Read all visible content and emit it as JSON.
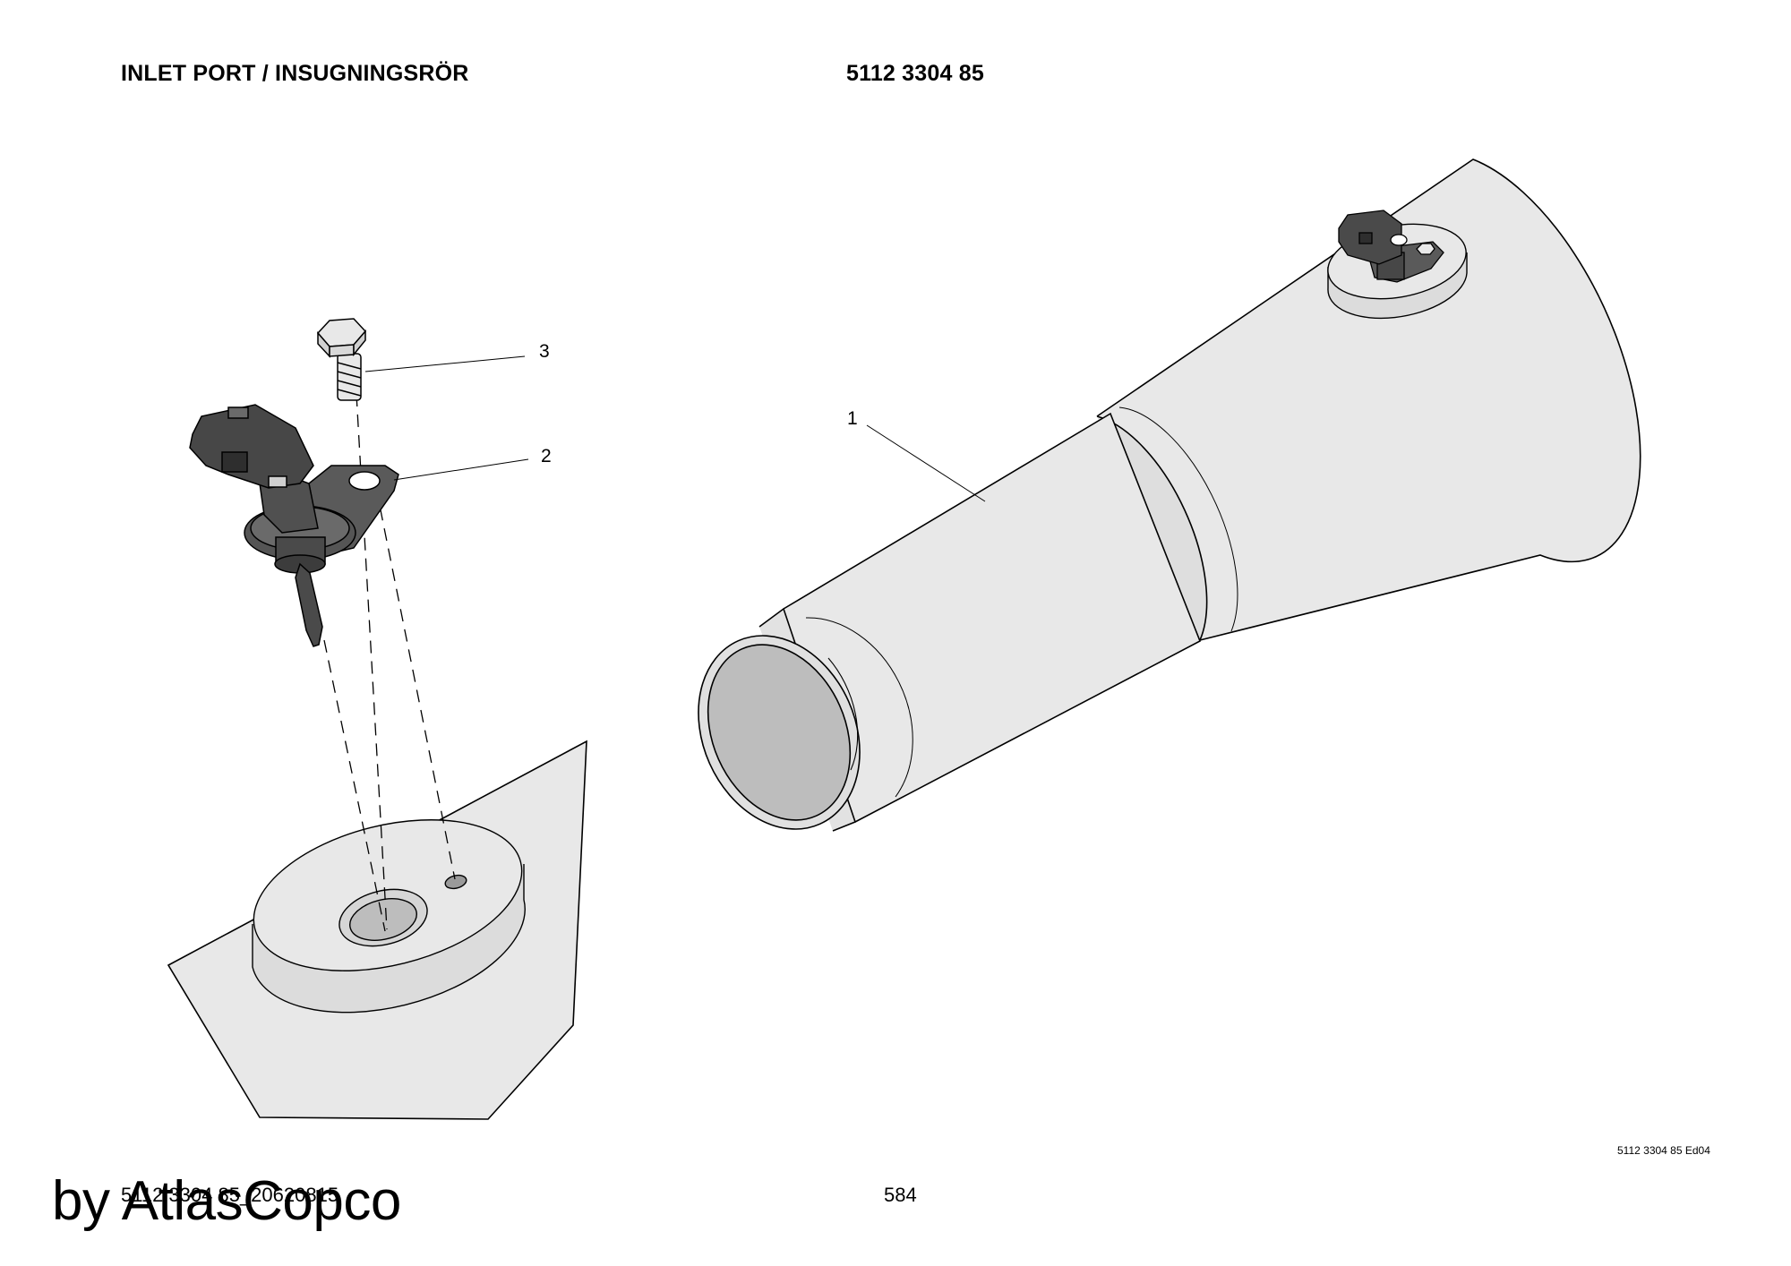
{
  "header": {
    "title": "INLET PORT / INSUGNINGSRÖR",
    "part_number": "5112 3304 85"
  },
  "callouts": {
    "c1": "1",
    "c2": "2",
    "c3": "3"
  },
  "footer": {
    "edition": "5112 3304 85 Ed04",
    "doc_ref": "5112 3304 85_20620815",
    "page": "584",
    "watermark": "by AtlasCopco"
  },
  "colors": {
    "part_fill": "#e8e8e8",
    "inner_fill": "#bdbdbd",
    "sensor_fill": "#4a4a4a",
    "outline": "#000000"
  }
}
